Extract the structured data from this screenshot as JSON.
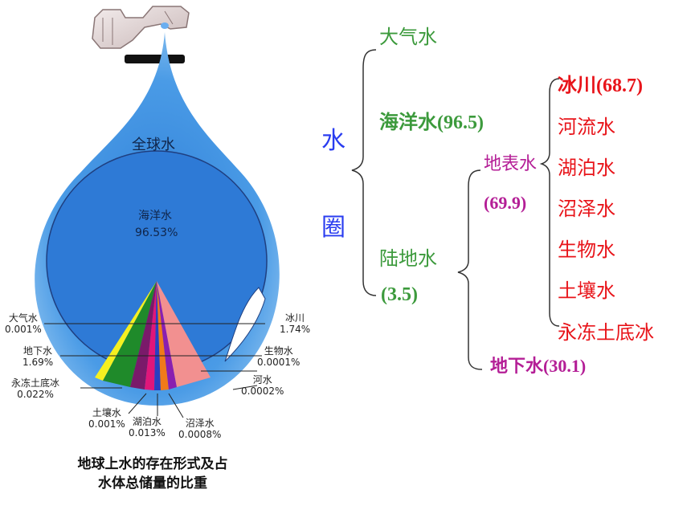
{
  "drop": {
    "global_label": "全球水",
    "ocean_label": "海洋水",
    "ocean_value": "96.53%",
    "labels": {
      "atmosphere": {
        "name": "大气水",
        "value": "0.001%"
      },
      "groundwater": {
        "name": "地下水",
        "value": "1.69%"
      },
      "permafrost": {
        "name": "永冻土底冰",
        "value": "0.022%"
      },
      "soil": {
        "name": "土壤水",
        "value": "0.001%"
      },
      "lake": {
        "name": "湖泊水",
        "value": "0.013%"
      },
      "swamp": {
        "name": "沼泽水",
        "value": "0.0008%"
      },
      "glacier": {
        "name": "冰川",
        "value": "1.74%"
      },
      "biological": {
        "name": "生物水",
        "value": "0.0001%"
      },
      "river": {
        "name": "河水",
        "value": "0.0002%"
      }
    },
    "caption_line1": "地球上水的存在形式及占",
    "caption_line2": "水体总储量的比重"
  },
  "tree": {
    "root_char1": "水",
    "root_char2": "圈",
    "atmosphere": "大气水",
    "ocean": "海洋水(96.5)",
    "land": "陆地水",
    "land_value": "(3.5)",
    "surface": "地表水",
    "surface_value": "(69.9)",
    "underground": "地下水(30.1)",
    "surface_items": [
      "冰川(68.7)",
      "河流水",
      "湖泊水",
      "沼泽水",
      "生物水",
      "土壤水",
      "永冻土底冰"
    ]
  },
  "colors": {
    "drop_blue": "#3b8fe0",
    "green_text": "#3c9a3c",
    "red_text": "#e8141a",
    "magenta_text": "#b41e96",
    "blue_text": "#2a3df0"
  }
}
